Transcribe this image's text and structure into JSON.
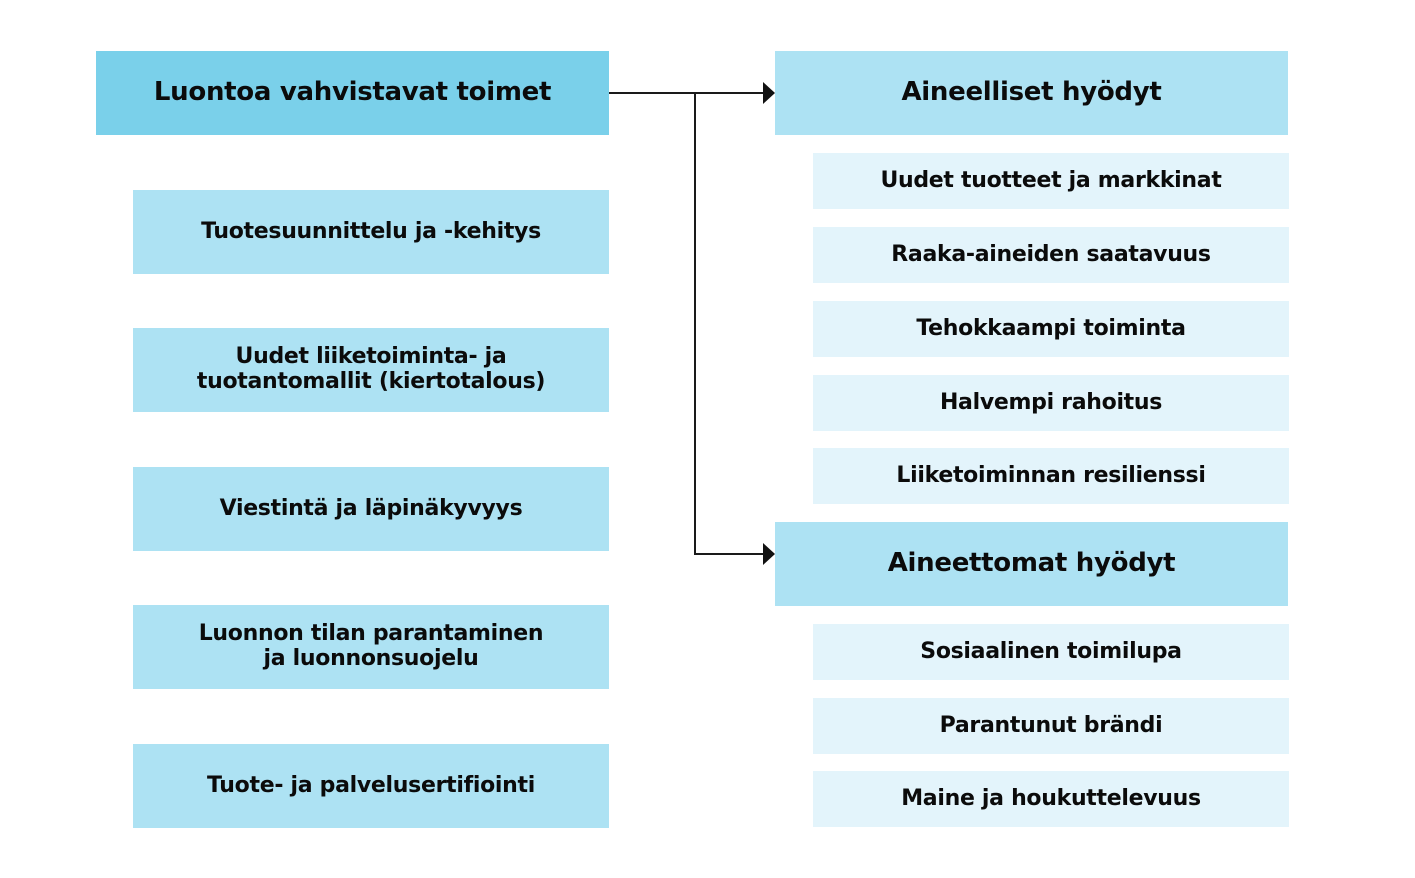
{
  "diagram": {
    "root": {
      "label": "Luontoa vahvistavat toimet",
      "color": "#7ad0ea"
    },
    "actions": [
      {
        "label": "Tuotesuunnittelu ja -kehitys"
      },
      {
        "label": "Uudet liiketoiminta- ja\ntuotantomallit (kiertotalous)"
      },
      {
        "label": "Viestintä ja läpinäkyvyys"
      },
      {
        "label": "Luonnon tilan parantaminen\nja luonnonsuojelu"
      },
      {
        "label": "Tuote- ja palvelusertifiointi"
      }
    ],
    "tangible": {
      "label": "Aineelliset hyödyt",
      "items": [
        {
          "label": "Uudet tuotteet ja markkinat"
        },
        {
          "label": "Raaka-aineiden saatavuus"
        },
        {
          "label": "Tehokkaampi toiminta"
        },
        {
          "label": "Halvempi rahoitus"
        },
        {
          "label": "Liiketoiminnan resilienssi"
        }
      ]
    },
    "intangible": {
      "label": "Aineettomat hyödyt",
      "items": [
        {
          "label": "Sosiaalinen toimilupa"
        },
        {
          "label": "Parantunut brändi"
        },
        {
          "label": "Maine ja houkuttelevuus"
        }
      ]
    },
    "colors": {
      "header": "#ade2f3",
      "sub": "#e3f4fb",
      "line": "#1a1a1a"
    }
  }
}
